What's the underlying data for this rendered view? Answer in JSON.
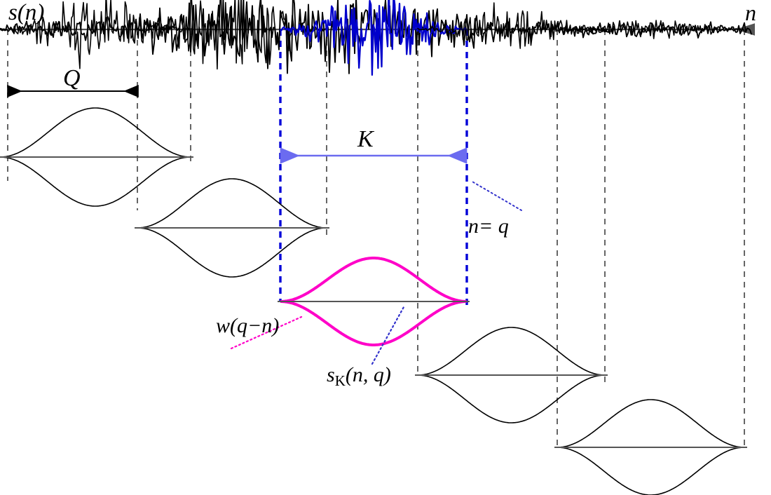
{
  "figure": {
    "title": "Short-time analysis: sliding window frames of a signal",
    "background": "#ffffff"
  },
  "labels": {
    "signal": "s(n)",
    "axis_n": "n",
    "hop": "Q",
    "frame_length": "K",
    "position": "n= q",
    "window": "w(q−n)",
    "frame_signal_base": "s",
    "frame_signal_sub": "K",
    "frame_signal_rest": "(n, q)"
  },
  "colors": {
    "signal": "#000000",
    "baseline": "#555555",
    "guide_dashed": "#555555",
    "guide_highlight": "#0000d8",
    "arrow_hop": "#000000",
    "arrow_frame": "#6b6bf0",
    "window_highlight": "#ff00c8",
    "frame_signal_highlight": "#0000cc",
    "leader_window": "#ff00c8",
    "leader_frame": "#3333cc",
    "leader_nq": "#3333cc"
  },
  "chart_data": {
    "type": "line",
    "title": "Short-time windowed analysis of s(n)",
    "xlabel": "n",
    "ylabel": "",
    "grid": false,
    "legend": "none",
    "top_signal": {
      "name": "s(n)",
      "baseline_y": 42,
      "x_range": [
        0,
        1085
      ],
      "amplitude_profile": "low at edges, high in the middle region (n ≈ 190–620)"
    },
    "guides": [
      {
        "name": "guide-0",
        "x": 11,
        "style": "dashed",
        "color": "#555555",
        "y_from": 42,
        "y_to": 258
      },
      {
        "name": "guide-1",
        "x": 196,
        "style": "dashed",
        "color": "#555555",
        "y_from": 42,
        "y_to": 300
      },
      {
        "name": "guide-2",
        "x": 272,
        "style": "dashed",
        "color": "#555555",
        "y_from": 42,
        "y_to": 235
      },
      {
        "name": "guide-3",
        "x": 400,
        "style": "dashed",
        "color": "#0000d8",
        "y_from": 42,
        "y_to": 430
      },
      {
        "name": "guide-4",
        "x": 466,
        "style": "dashed",
        "color": "#555555",
        "y_from": 42,
        "y_to": 336
      },
      {
        "name": "guide-5",
        "x": 596,
        "style": "dashed",
        "color": "#555555",
        "y_from": 42,
        "y_to": 535
      },
      {
        "name": "guide-6",
        "x": 666,
        "style": "dashed",
        "color": "#0000d8",
        "y_from": 42,
        "y_to": 441
      },
      {
        "name": "guide-7",
        "x": 795,
        "style": "dashed",
        "color": "#555555",
        "y_from": 42,
        "y_to": 638
      },
      {
        "name": "guide-8",
        "x": 863,
        "style": "dashed",
        "color": "#555555",
        "y_from": 42,
        "y_to": 545
      },
      {
        "name": "guide-9",
        "x": 1062,
        "style": "dashed",
        "color": "#555555",
        "y_from": 42,
        "y_to": 640
      }
    ],
    "hop_arrow": {
      "label": "Q",
      "x_from": 12,
      "x_to": 196,
      "y": 130,
      "double_headed": true
    },
    "frame_arrow": {
      "label": "K",
      "x_from": 402,
      "x_to": 664,
      "y": 222,
      "double_headed": true
    },
    "frames": [
      {
        "index": 1,
        "x_start": 0,
        "x_end": 272,
        "baseline_y": 224,
        "window": "hann",
        "envelope_peak": 70,
        "inner_gain": 0.62,
        "highlight": false,
        "label": ""
      },
      {
        "index": 2,
        "x_start": 196,
        "x_end": 466,
        "baseline_y": 325,
        "window": "hann",
        "envelope_peak": 70,
        "inner_gain": 0.9,
        "highlight": false,
        "label": ""
      },
      {
        "index": 3,
        "x_start": 400,
        "x_end": 666,
        "baseline_y": 430,
        "window": "hann",
        "envelope_peak": 62,
        "inner_gain": 0.95,
        "highlight": true,
        "label": "s_K(n, q)"
      },
      {
        "index": 4,
        "x_start": 596,
        "x_end": 863,
        "baseline_y": 535,
        "window": "hann",
        "envelope_peak": 68,
        "inner_gain": 0.4,
        "highlight": false,
        "label": ""
      },
      {
        "index": 5,
        "x_start": 795,
        "x_end": 1062,
        "baseline_y": 638,
        "window": "hann",
        "envelope_peak": 68,
        "inner_gain": 0.17,
        "highlight": false,
        "label": ""
      }
    ],
    "annotations": [
      {
        "text": "n= q",
        "x": 668,
        "y": 328,
        "leader_to": [
          668,
          258
        ],
        "color": "#000000"
      },
      {
        "text": "w(q−n)",
        "x": 308,
        "y": 470,
        "leader_to": [
          418,
          430
        ],
        "color": "#000000"
      },
      {
        "text": "s_K(n, q)",
        "x": 466,
        "y": 540,
        "leader_to": [
          520,
          452
        ],
        "color": "#000000"
      }
    ]
  }
}
